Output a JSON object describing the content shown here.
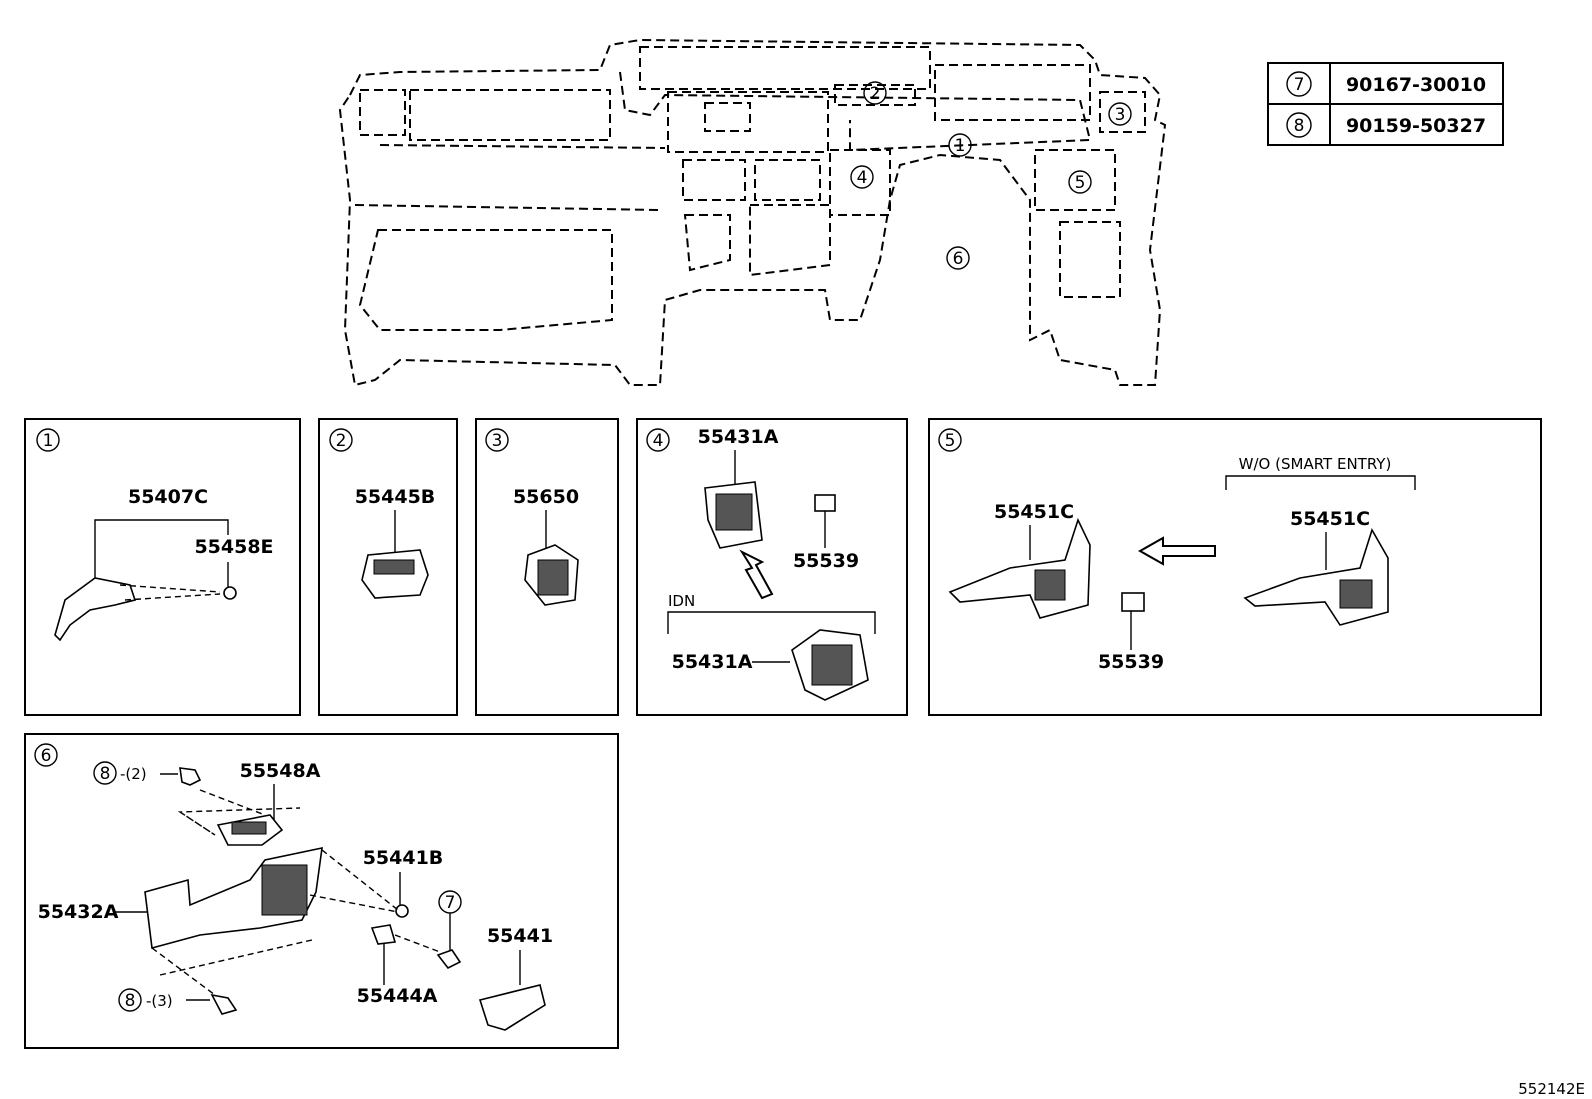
{
  "legend": {
    "rows": [
      {
        "ref": "7",
        "part": "90167-30010"
      },
      {
        "ref": "8",
        "part": "90159-50327"
      }
    ]
  },
  "overview": {
    "callouts": [
      "1",
      "2",
      "3",
      "4",
      "5",
      "6"
    ]
  },
  "panels": {
    "p1": {
      "ref": "1",
      "parts": [
        "55407C",
        "55458E"
      ]
    },
    "p2": {
      "ref": "2",
      "parts": [
        "55445B"
      ]
    },
    "p3": {
      "ref": "3",
      "parts": [
        "55650"
      ]
    },
    "p4": {
      "ref": "4",
      "parts": [
        "55431A",
        "55539",
        "55431A"
      ],
      "variant": "IDN"
    },
    "p5": {
      "ref": "5",
      "parts": [
        "55451C",
        "55539",
        "55451C"
      ],
      "variant": "W/O (SMART ENTRY)"
    },
    "p6": {
      "ref": "6",
      "parts": [
        "55548A",
        "55441B",
        "55432A",
        "55444A",
        "55441"
      ],
      "fasteners": [
        {
          "ref": "8",
          "qty": "-(2)"
        },
        {
          "ref": "7",
          "qty": ""
        },
        {
          "ref": "8",
          "qty": "-(3)"
        }
      ]
    }
  },
  "drawing_id": "552142E"
}
